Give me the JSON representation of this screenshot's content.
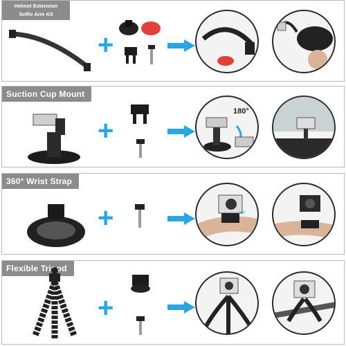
{
  "panels": [
    {
      "label_line1": "Helmet Extension",
      "label_line2": "Selfie Arm Kit"
    },
    {
      "label": "Suction Cup Mount",
      "badge": "180°"
    },
    {
      "label": "360° Wrist Strap",
      "badge": "360°"
    },
    {
      "label": "Flexible Tripod"
    }
  ],
  "colors": {
    "accent": "#2aa6e3",
    "label_bg": "#8c8c8c",
    "border": "#b9b9b9",
    "dark": "#2b2b2b",
    "red_pad": "#e2403a"
  },
  "icons": [
    "plus-icon",
    "arrow-right-icon"
  ]
}
